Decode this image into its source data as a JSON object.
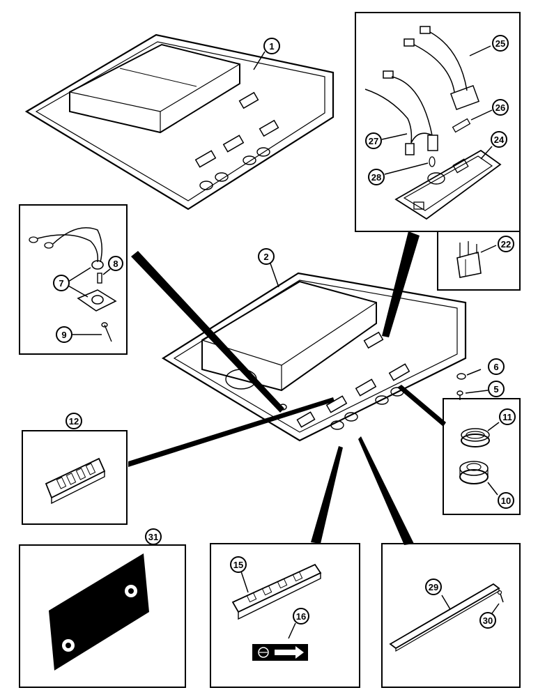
{
  "callouts": {
    "c1": "1",
    "c2": "2",
    "c5": "5",
    "c6": "6",
    "c7": "7",
    "c8": "8",
    "c9": "9",
    "c10": "10",
    "c11": "11",
    "c12": "12",
    "c15": "15",
    "c16": "16",
    "c22": "22",
    "c24": "24",
    "c25": "25",
    "c26": "26",
    "c27": "27",
    "c28": "28",
    "c29": "29",
    "c30": "30",
    "c31": "31"
  }
}
